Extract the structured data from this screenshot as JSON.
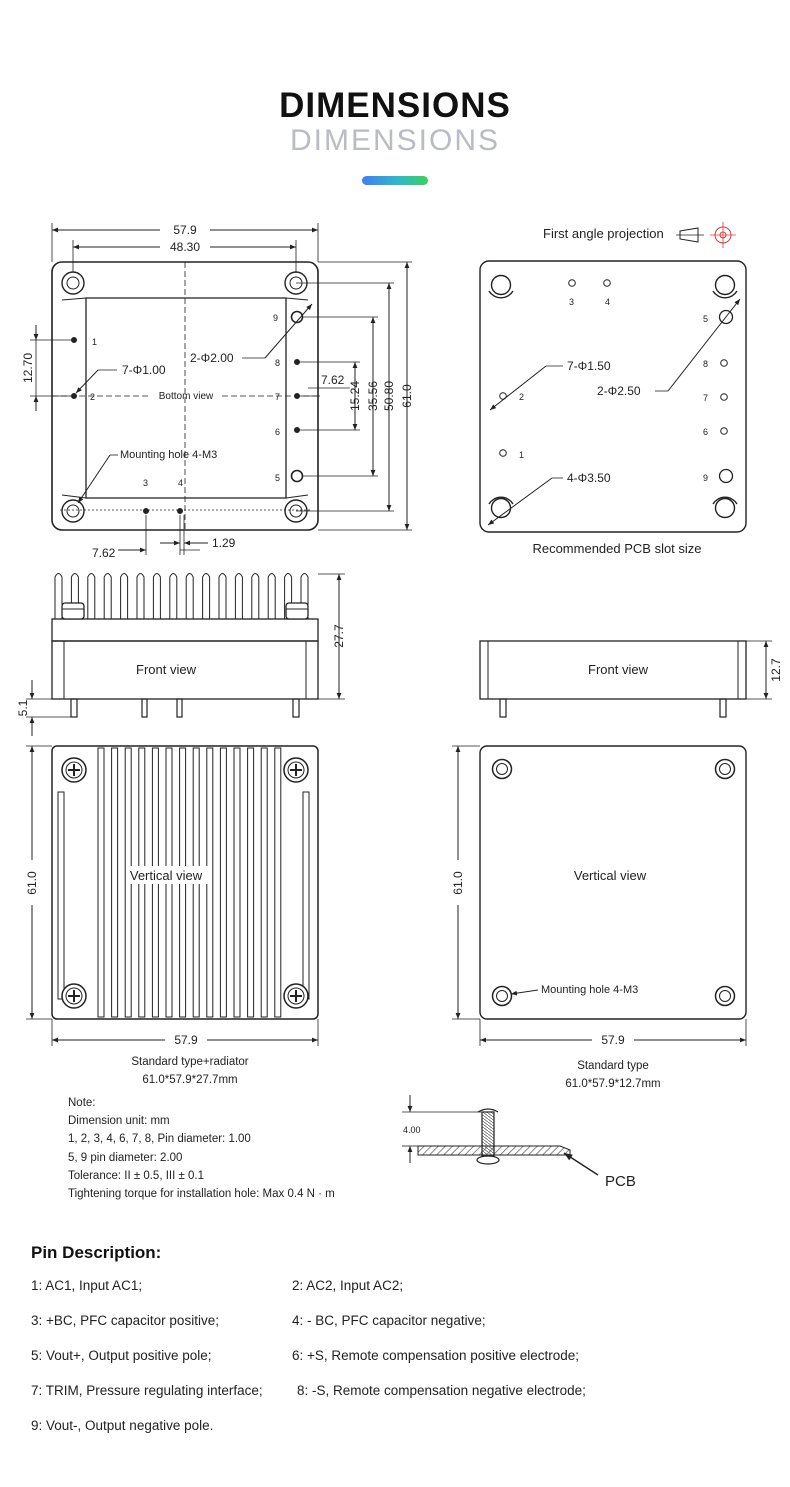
{
  "header": {
    "title": "DIMENSIONS",
    "subtitle": "DIMENSIONS"
  },
  "bottom_view": {
    "dim_width": "57.9",
    "dim_hole_span": "48.30",
    "dim_12_70": "12.70",
    "pin_dia_label": "7-Φ1.00",
    "big_pin_label": "2-Φ2.00",
    "center_label": "Bottom view",
    "mount_label": "Mounting hole 4-M3",
    "dim_7_62_right": "7.62",
    "dim_15_24": "15.24",
    "dim_35_56": "35.56",
    "dim_50_80": "50.80",
    "dim_61_0": "61.0",
    "dim_7_62_bottom": "7.62",
    "dim_1_29": "1.29",
    "pin_numbers": [
      "1",
      "2",
      "3",
      "4",
      "5",
      "6",
      "7",
      "8",
      "9"
    ]
  },
  "pcb_view": {
    "projection_label": "First angle projection",
    "hole_150": "7-Φ1.50",
    "hole_250": "2-Φ2.50",
    "hole_350": "4-Φ3.50",
    "caption": "Recommended PCB slot size",
    "pin_numbers": [
      "1",
      "2",
      "3",
      "4",
      "5",
      "6",
      "7",
      "8",
      "9"
    ]
  },
  "front_left": {
    "label": "Front view",
    "dim_height": "27.7",
    "dim_pin": "5.1"
  },
  "front_right": {
    "label": "Front view",
    "dim_height": "12.7"
  },
  "vertical_left": {
    "label": "Vertical view",
    "dim_height": "61.0",
    "dim_width": "57.9",
    "caption_line1": "Standard type+radiator",
    "caption_line2": "61.0*57.9*27.7mm"
  },
  "vertical_right": {
    "label": "Vertical view",
    "dim_height": "61.0",
    "dim_width": "57.9",
    "mount_label": "Mounting hole 4-M3",
    "caption_line1": "Standard type",
    "caption_line2": "61.0*57.9*12.7mm"
  },
  "screw_detail": {
    "dim": "4.00",
    "pcb_label": "PCB"
  },
  "notes": [
    "Note:",
    "Dimension unit: mm",
    "1, 2, 3, 4, 6, 7, 8, Pin diameter: 1.00",
    "5, 9 pin diameter: 2.00",
    "Tolerance: II ± 0.5, III ± 0.1",
    "Tightening torque for installation hole: Max 0.4 N · m"
  ],
  "pin_description": {
    "title": "Pin Description:",
    "pins": [
      "1: AC1, Input AC1;",
      "2: AC2, Input AC2;",
      "3: +BC, PFC capacitor positive;",
      "4: - BC, PFC capacitor negative;",
      "5: Vout+, Output positive pole;",
      "6: +S, Remote compensation positive electrode;",
      "7: TRIM,  Pressure regulating interface;",
      "8: -S, Remote compensation negative electrode;",
      "9: Vout-, Output negative pole."
    ]
  }
}
